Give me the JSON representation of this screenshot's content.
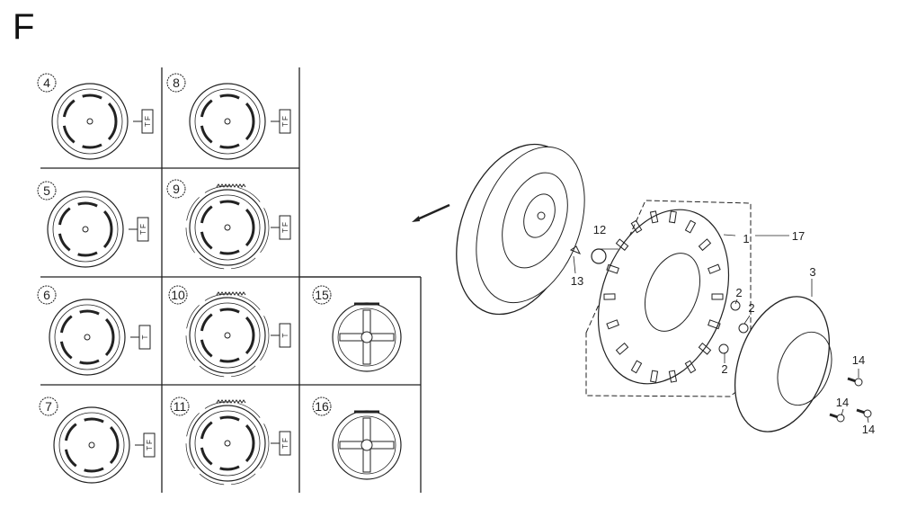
{
  "section_letter": "F",
  "variant_cells": [
    {
      "id": "4",
      "tag": "T F",
      "style": "plain"
    },
    {
      "id": "8",
      "tag": "T F",
      "style": "plain"
    },
    {
      "id": "5",
      "tag": "T F",
      "style": "plain"
    },
    {
      "id": "9",
      "tag": "T F",
      "style": "gear"
    },
    {
      "id": "6",
      "tag": "T",
      "style": "plain"
    },
    {
      "id": "10",
      "tag": "T",
      "style": "gear"
    },
    {
      "id": "15",
      "tag": null,
      "style": "cross"
    },
    {
      "id": "7",
      "tag": "T F",
      "style": "plain"
    },
    {
      "id": "11",
      "tag": "T F",
      "style": "gear"
    },
    {
      "id": "16",
      "tag": null,
      "style": "cross"
    }
  ],
  "callouts": [
    "1",
    "2",
    "2",
    "2",
    "3",
    "12",
    "13",
    "14",
    "14",
    "14",
    "17"
  ],
  "colors": {
    "line": "#222222",
    "background": "#ffffff"
  }
}
